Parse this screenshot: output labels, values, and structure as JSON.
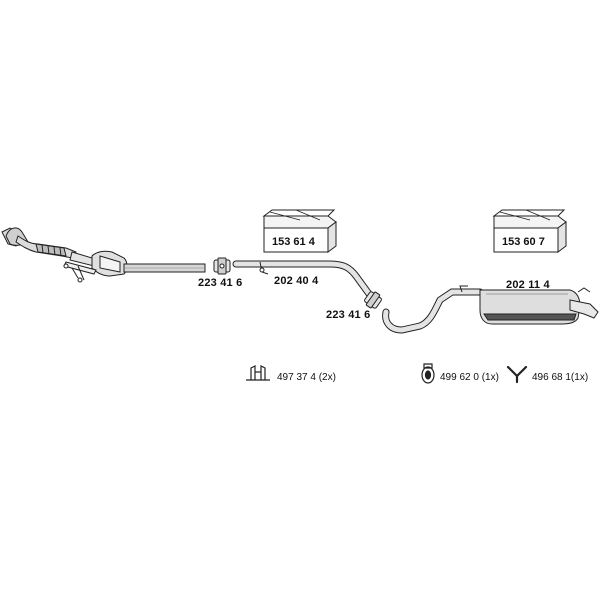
{
  "diagram": {
    "boxes": [
      {
        "part_number": "153 61 4"
      },
      {
        "part_number": "153 60 7"
      }
    ],
    "parts": [
      {
        "part_number": "223 41 6"
      },
      {
        "part_number": "202 40 4"
      },
      {
        "part_number": "223 41 6"
      },
      {
        "part_number": "202 11 4"
      }
    ],
    "accessories": [
      {
        "text": "497 37 4 (2x)",
        "icon": "mounting-bracket-icon"
      },
      {
        "text": "499 62 0 (1x)",
        "icon": "rubber-ring-icon"
      },
      {
        "text": "496 68 1(1x)",
        "icon": "y-hanger-icon"
      }
    ]
  }
}
